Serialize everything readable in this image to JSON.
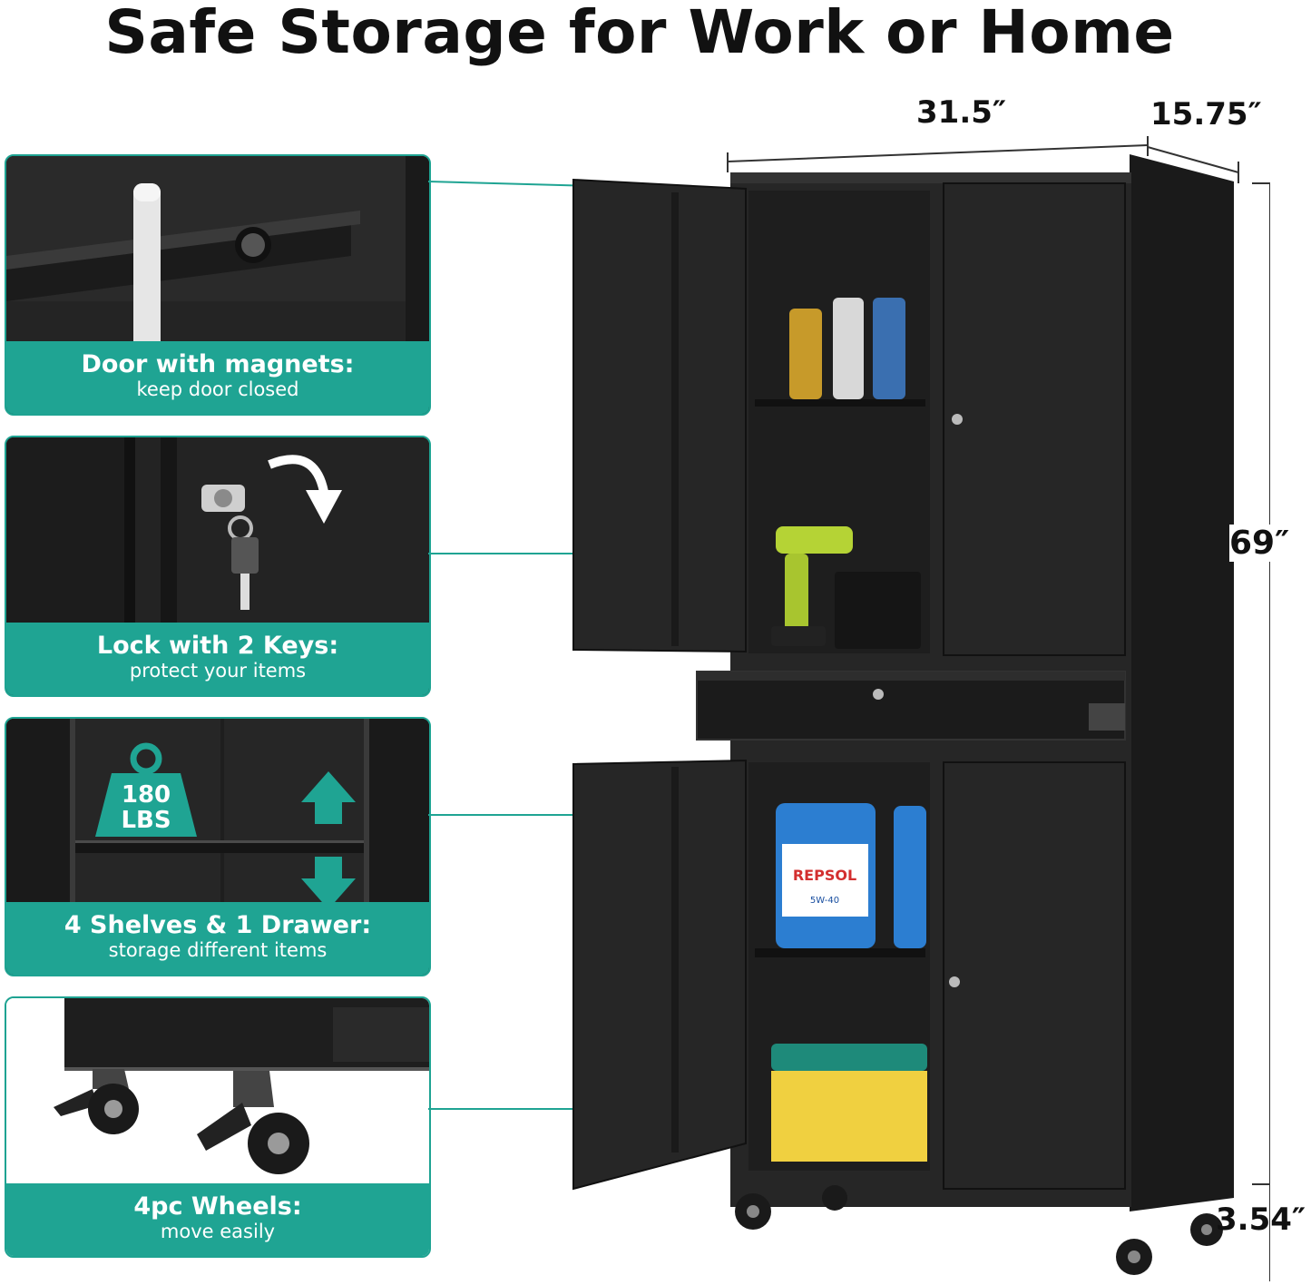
{
  "title": "Safe Storage for Work or Home",
  "panels": [
    {
      "title": "Door with magnets:",
      "subtitle": "keep door closed"
    },
    {
      "title": "Lock with 2 Keys:",
      "subtitle": "protect your items"
    },
    {
      "title": "4 Shelves & 1 Drawer:",
      "subtitle": "storage different items",
      "badge": [
        "180",
        "LBS"
      ]
    },
    {
      "title": "4pc Wheels:",
      "subtitle": "move easily"
    }
  ],
  "dimensions": {
    "width": "31.5″",
    "depth": "15.75″",
    "height": "69″",
    "wheel_height": "3.54″"
  },
  "product_labels": {
    "oil_brand": "REPSOL",
    "oil_grade": "5W-40"
  },
  "colors": {
    "accent": "#1fa493",
    "cabinet": "#222222",
    "text": "#111111"
  }
}
